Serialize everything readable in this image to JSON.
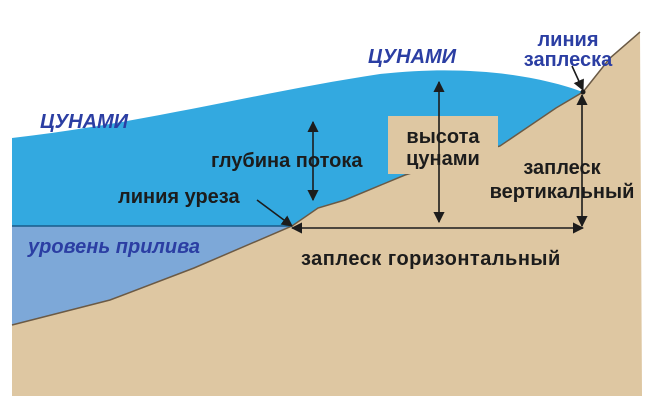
{
  "labels": {
    "tsunami_left": "ЦУНАМИ",
    "tsunami_top": "ЦУНАМИ",
    "runup_line_1": "линия",
    "runup_line_2": "заплеска",
    "tsunami_height_1": "высота",
    "tsunami_height_2": "цунами",
    "flow_depth": "глубина потока",
    "shoreline": "линия уреза",
    "vertical_runup_1": "заплеск",
    "vertical_runup_2": "вертикальный",
    "tide_level": "уровень прилива",
    "horizontal_runup": "заплеск горизонтальный"
  },
  "colors": {
    "water": "#33a9e0",
    "tide_water": "#7da8d8",
    "land": "#dec7a2",
    "label_blue": "#2b3ea3",
    "label_dark": "#1c1c1c"
  }
}
